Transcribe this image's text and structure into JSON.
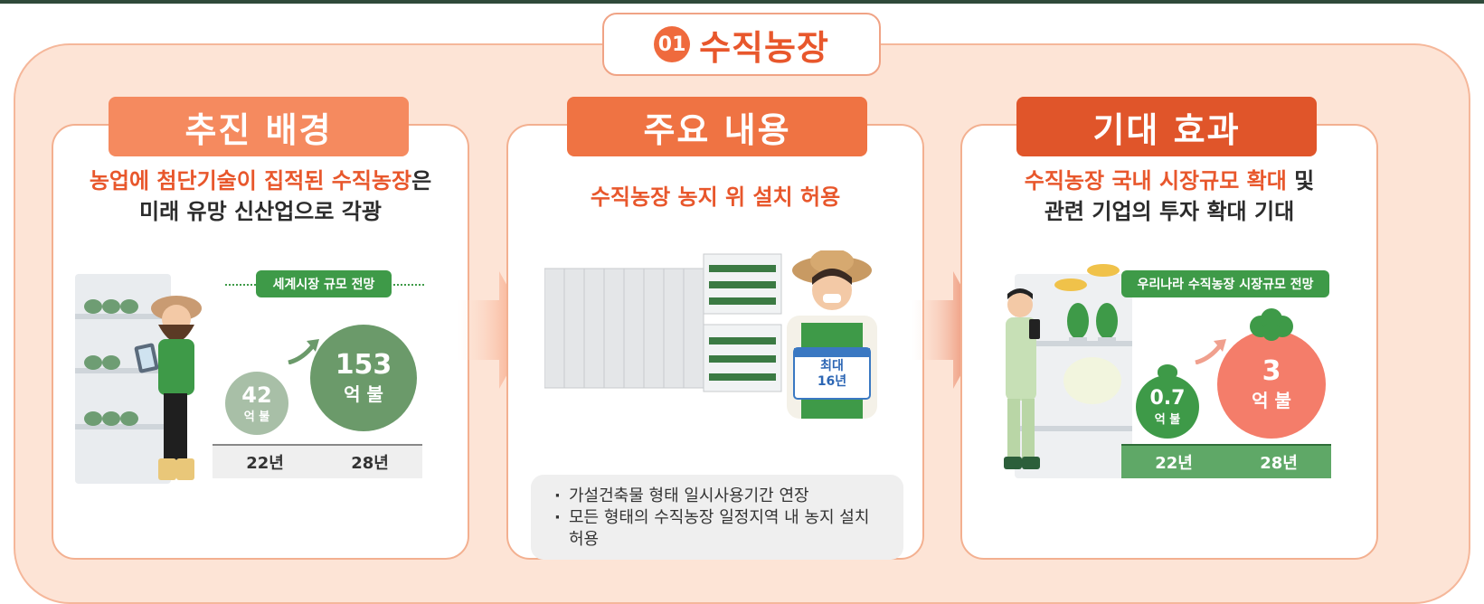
{
  "title": {
    "number": "01",
    "text": "수직농장"
  },
  "cards": {
    "background": {
      "label": "추진 배경",
      "headline_highlight": "농업에 첨단기술이 집적된 수직농장",
      "headline_suffix": "은",
      "headline_line2": "미래 유망 신산업으로 각광",
      "chart_title": "세계시장 규모 전망",
      "small_value": "42",
      "small_unit": "억 불",
      "large_value": "153",
      "large_unit": "억 불",
      "year1": "22년",
      "year2": "28년"
    },
    "content": {
      "label": "주요 내용",
      "headline": "수직농장 농지 위 설치 허용",
      "sign_line1": "최대",
      "sign_line2": "16년",
      "bullets": [
        "가설건축물 형태 일시사용기간 연장",
        "모든 형태의 수직농장 일정지역 내 농지 설치 허용"
      ]
    },
    "effect": {
      "label": "기대 효과",
      "headline_highlight": "수직농장 국내 시장규모 확대",
      "headline_suffix": " 및",
      "headline_line2": "관련 기업의 투자 확대 기대",
      "chart_title": "우리나라 수직농장 시장규모 전망",
      "small_value": "0.7",
      "small_unit": "억 불",
      "large_value": "3",
      "large_unit": "억 불",
      "year1": "22년",
      "year2": "28년"
    }
  },
  "colors": {
    "label1": "#f58a5f",
    "label2": "#ef7343",
    "label3": "#e0552a",
    "green": "#3e9a48",
    "green_dark": "#6b9a6a",
    "coral": "#f47d6a"
  }
}
